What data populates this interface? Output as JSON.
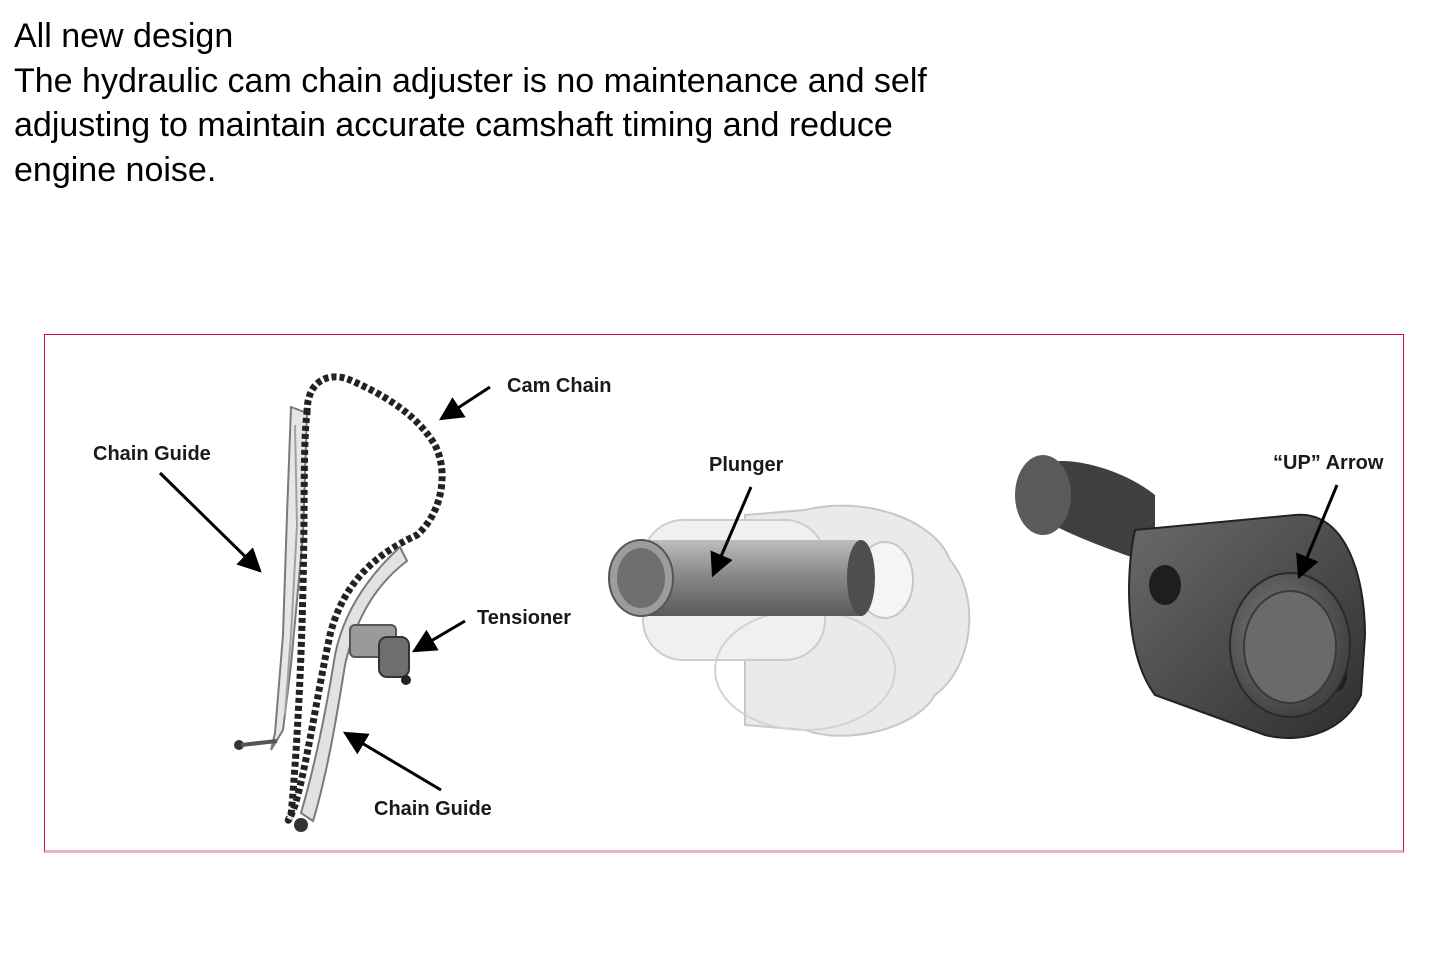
{
  "intro": {
    "heading": "All new design",
    "lines": [
      "The hydraulic cam chain adjuster is no maintenance and self",
      "adjusting to maintain accurate camshaft timing and reduce",
      "engine noise."
    ]
  },
  "figure": {
    "callouts": {
      "cam_chain": "Cam Chain",
      "chain_guide_left": "Chain Guide",
      "plunger": "Plunger",
      "up_arrow": "“UP” Arrow",
      "tensioner": "Tensioner",
      "chain_guide_bottom": "Chain Guide"
    },
    "colors": {
      "border": "#c8102e",
      "dark_part": "#4a4a4a",
      "ghost_part": "#d9d9d9"
    }
  }
}
